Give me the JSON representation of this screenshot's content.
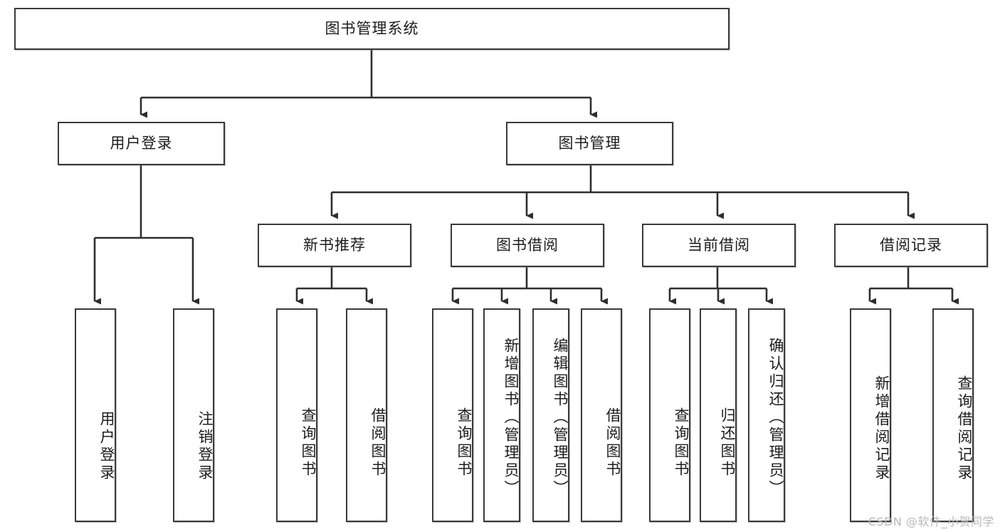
{
  "diagram": {
    "title": "图书管理系统",
    "type": "tree-hierarchy",
    "watermark": "CSDN @软件_小贺同学",
    "colors": {
      "box_border": "#3a3a3a",
      "box_fill": "#ffffff",
      "edge": "#2e2e2e",
      "text": "#1c1c1c",
      "watermark": "#b9b9b9"
    },
    "nodes": {
      "root": {
        "label": "图书管理系统",
        "orientation": "horizontal"
      },
      "level1": [
        {
          "id": "user-login",
          "label": "用户登录",
          "orientation": "horizontal"
        },
        {
          "id": "book-manage",
          "label": "图书管理",
          "orientation": "horizontal"
        }
      ],
      "level2": [
        {
          "id": "new-book-rec",
          "label": "新书推荐",
          "orientation": "horizontal"
        },
        {
          "id": "book-borrow",
          "label": "图书借阅",
          "orientation": "horizontal"
        },
        {
          "id": "current-borrow",
          "label": "当前借阅",
          "orientation": "horizontal"
        },
        {
          "id": "borrow-record",
          "label": "借阅记录",
          "orientation": "horizontal"
        }
      ],
      "leaves": [
        {
          "id": "leaf-user-login",
          "label": "用户登录",
          "parent": "user-login",
          "orientation": "vertical"
        },
        {
          "id": "leaf-logout-login",
          "label": "注销登录",
          "parent": "user-login",
          "orientation": "vertical"
        },
        {
          "id": "leaf-query-book-1",
          "label": "查询图书",
          "parent": "new-book-rec",
          "orientation": "vertical"
        },
        {
          "id": "leaf-borrow-book-1",
          "label": "借阅图书",
          "parent": "new-book-rec",
          "orientation": "vertical"
        },
        {
          "id": "leaf-query-book-2",
          "label": "查询图书",
          "parent": "book-borrow",
          "orientation": "vertical"
        },
        {
          "id": "leaf-add-book",
          "label": "新增图书（管理员）",
          "parent": "book-borrow",
          "orientation": "vertical"
        },
        {
          "id": "leaf-edit-book",
          "label": "编辑图书（管理员）",
          "parent": "book-borrow",
          "orientation": "vertical"
        },
        {
          "id": "leaf-borrow-book-2",
          "label": "借阅图书",
          "parent": "book-borrow",
          "orientation": "vertical"
        },
        {
          "id": "leaf-query-book-3",
          "label": "查询图书",
          "parent": "current-borrow",
          "orientation": "vertical"
        },
        {
          "id": "leaf-return-book",
          "label": "归还图书",
          "parent": "current-borrow",
          "orientation": "vertical"
        },
        {
          "id": "leaf-confirm-return",
          "label": "确认归还（管理员）",
          "parent": "current-borrow",
          "orientation": "vertical"
        },
        {
          "id": "leaf-add-record",
          "label": "新增借阅记录",
          "parent": "borrow-record",
          "orientation": "vertical"
        },
        {
          "id": "leaf-query-record",
          "label": "查询借阅记录",
          "parent": "borrow-record",
          "orientation": "vertical"
        }
      ]
    }
  }
}
